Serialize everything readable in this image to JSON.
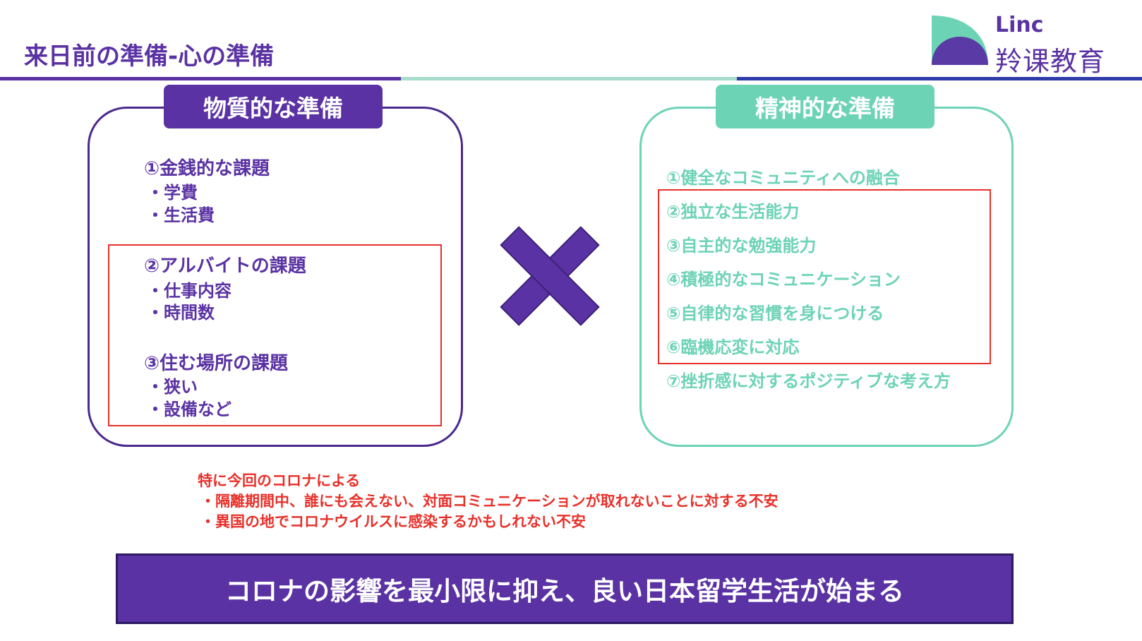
{
  "page": {
    "title": "来日前の準備-心の準備"
  },
  "logo": {
    "brand_en": "Linc",
    "brand_cn": "羚课教育",
    "colors": {
      "primary": "#5a32a3",
      "accent": "#6dd3b5"
    }
  },
  "left_panel": {
    "header": "物質的な準備",
    "sections": [
      {
        "heading": "①金銭的な課題",
        "items": [
          "・学費",
          "・生活費"
        ]
      },
      {
        "heading": "②アルバイトの課題",
        "items": [
          "・仕事内容",
          "・時間数"
        ]
      },
      {
        "heading": "③住む場所の課題",
        "items": [
          "・狭い",
          "・設備など"
        ]
      }
    ]
  },
  "operator": {
    "icon": "multiply-icon"
  },
  "right_panel": {
    "header": "精神的な準備",
    "items": [
      "①健全なコミュニティへの融合",
      "②独立な生活能力",
      "③自主的な勉強能力",
      "④積極的なコミュニケーション",
      "⑤自律的な習慣を身につける",
      "⑥臨機応変に対応",
      "⑦挫折感に対するポジティブな考え方"
    ]
  },
  "note": {
    "lines": [
      "特に今回のコロナによる",
      "・隔離期間中、誰にも会えない、対面コミュニケーションが取れないことに対する不安",
      "・異国の地でコロナウイルスに感染するかもしれない不安"
    ]
  },
  "banner": {
    "text": "コロナの影響を最小限に抑え、良い日本留学生活が始まる"
  },
  "colors": {
    "purple": "#5a32a3",
    "mint": "#6dd3b5",
    "navy": "#2f3ba8",
    "highlight_red": "#e8302a"
  }
}
